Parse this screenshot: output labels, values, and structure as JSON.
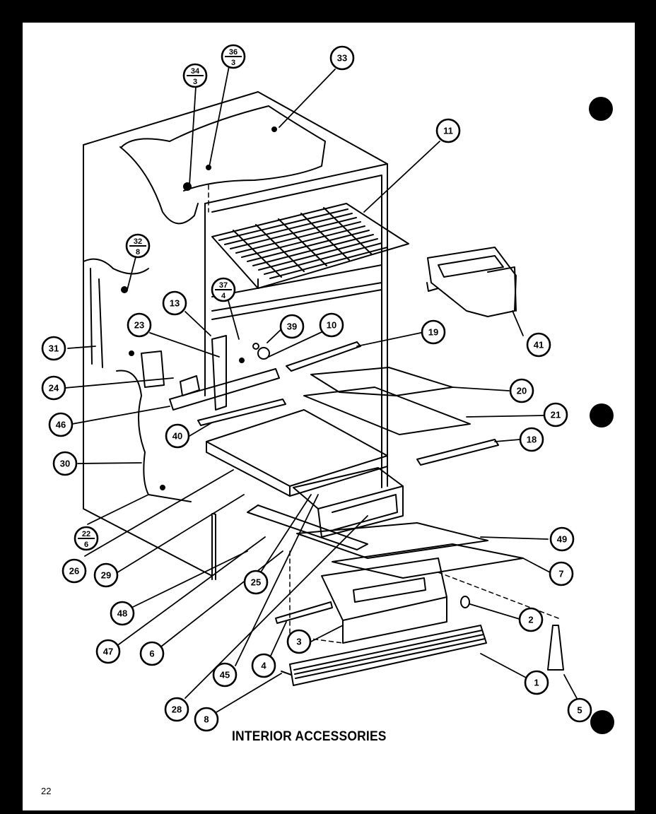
{
  "title": "INTERIOR ACCESSORIES",
  "page_number": "22",
  "callouts": [
    {
      "id": "33",
      "label": "33"
    },
    {
      "id": "11",
      "label": "11"
    },
    {
      "id": "41",
      "label": "41"
    },
    {
      "id": "13",
      "label": "13"
    },
    {
      "id": "23",
      "label": "23"
    },
    {
      "id": "39",
      "label": "39"
    },
    {
      "id": "10",
      "label": "10"
    },
    {
      "id": "19",
      "label": "19"
    },
    {
      "id": "31",
      "label": "31"
    },
    {
      "id": "24",
      "label": "24"
    },
    {
      "id": "20",
      "label": "20"
    },
    {
      "id": "21",
      "label": "21"
    },
    {
      "id": "46",
      "label": "46"
    },
    {
      "id": "40",
      "label": "40"
    },
    {
      "id": "18",
      "label": "18"
    },
    {
      "id": "30",
      "label": "30"
    },
    {
      "id": "49",
      "label": "49"
    },
    {
      "id": "7",
      "label": "7"
    },
    {
      "id": "26",
      "label": "26"
    },
    {
      "id": "29",
      "label": "29"
    },
    {
      "id": "25",
      "label": "25"
    },
    {
      "id": "48",
      "label": "48"
    },
    {
      "id": "2",
      "label": "2"
    },
    {
      "id": "3",
      "label": "3"
    },
    {
      "id": "47",
      "label": "47"
    },
    {
      "id": "6",
      "label": "6"
    },
    {
      "id": "4",
      "label": "4"
    },
    {
      "id": "45",
      "label": "45"
    },
    {
      "id": "1",
      "label": "1"
    },
    {
      "id": "5",
      "label": "5"
    },
    {
      "id": "28",
      "label": "28"
    },
    {
      "id": "8",
      "label": "8"
    }
  ],
  "fraction_callouts": [
    {
      "id": "34-3",
      "top": "34",
      "bottom": "3"
    },
    {
      "id": "36-3",
      "top": "36",
      "bottom": "3"
    },
    {
      "id": "32-8",
      "top": "32",
      "bottom": "8"
    },
    {
      "id": "37-4",
      "top": "37",
      "bottom": "4"
    },
    {
      "id": "22-6",
      "top": "22",
      "bottom": "6"
    }
  ]
}
